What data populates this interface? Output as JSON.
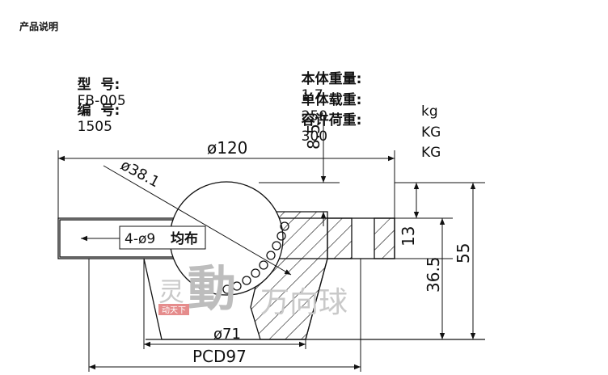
{
  "header": {
    "section_title": "产品说明"
  },
  "specs_left": [
    {
      "label": "型  号:",
      "value": "FB-005"
    },
    {
      "label": "编  号:",
      "value": "1505"
    }
  ],
  "specs_right": [
    {
      "label": "本体重量:",
      "value": "1.7",
      "unit": "kg"
    },
    {
      "label": "单体载重:",
      "value": "250",
      "unit": "KG"
    },
    {
      "label": "容许荷重:",
      "value": "300",
      "unit": "KG"
    }
  ],
  "dimensions": {
    "outer_dia": "ø120",
    "ball_dia": "ø38.1",
    "protrusion": "8.5",
    "flange": "13",
    "height_mid": "36.5",
    "height_total": "55",
    "holes": "4-ø9",
    "holes_note": "均布",
    "bottom_dia": "ø71",
    "pcd": "PCD97"
  },
  "watermark": {
    "char1": "灵",
    "char2": "動",
    "rest": "万向球",
    "stamp": "动天下"
  },
  "colors": {
    "line": "#111111",
    "watermark": "#c9c9c9",
    "stamp": "#e58c8c"
  }
}
